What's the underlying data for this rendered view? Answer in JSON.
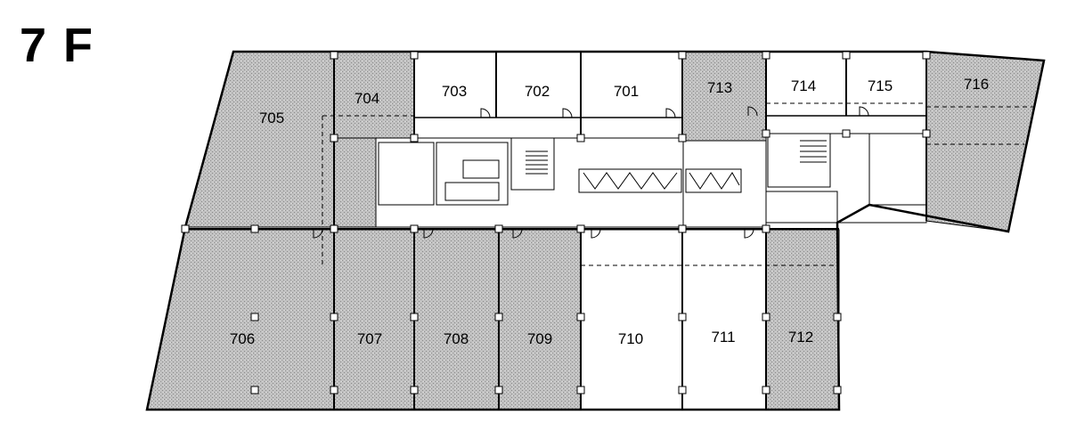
{
  "floor": {
    "title": "7 F"
  },
  "colors": {
    "leased": "#b8b8b8",
    "vacant": "#ffffff",
    "wall": "#000000"
  },
  "rooms": [
    {
      "id": "701",
      "label": "701",
      "status": "vacant"
    },
    {
      "id": "702",
      "label": "702",
      "status": "vacant"
    },
    {
      "id": "703",
      "label": "703",
      "status": "vacant"
    },
    {
      "id": "704",
      "label": "704",
      "status": "leased"
    },
    {
      "id": "705",
      "label": "705",
      "status": "leased"
    },
    {
      "id": "706",
      "label": "706",
      "status": "leased"
    },
    {
      "id": "707",
      "label": "707",
      "status": "leased"
    },
    {
      "id": "708",
      "label": "708",
      "status": "leased"
    },
    {
      "id": "709",
      "label": "709",
      "status": "leased"
    },
    {
      "id": "710",
      "label": "710",
      "status": "vacant"
    },
    {
      "id": "711",
      "label": "711",
      "status": "vacant"
    },
    {
      "id": "712",
      "label": "712",
      "status": "leased"
    },
    {
      "id": "713",
      "label": "713",
      "status": "leased"
    },
    {
      "id": "714",
      "label": "714",
      "status": "vacant"
    },
    {
      "id": "715",
      "label": "715",
      "status": "vacant"
    },
    {
      "id": "716",
      "label": "716",
      "status": "leased"
    }
  ]
}
